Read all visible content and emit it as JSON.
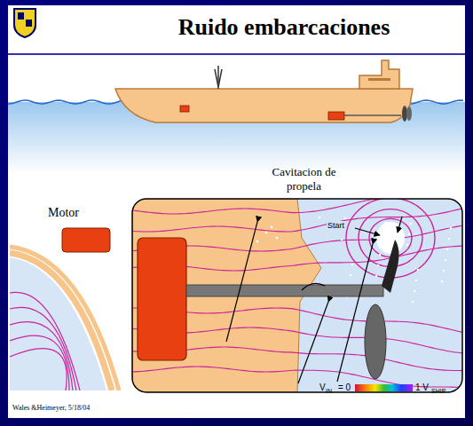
{
  "diagram": {
    "title": "Ruido embarcaciones",
    "labels": [
      "Cavitacion de propela",
      "Motor",
      "Start",
      "V",
      "IN",
      "= 0",
      "1 V",
      "SHIP",
      "Wales &Heimeyer, 5/18/04"
    ]
  }
}
